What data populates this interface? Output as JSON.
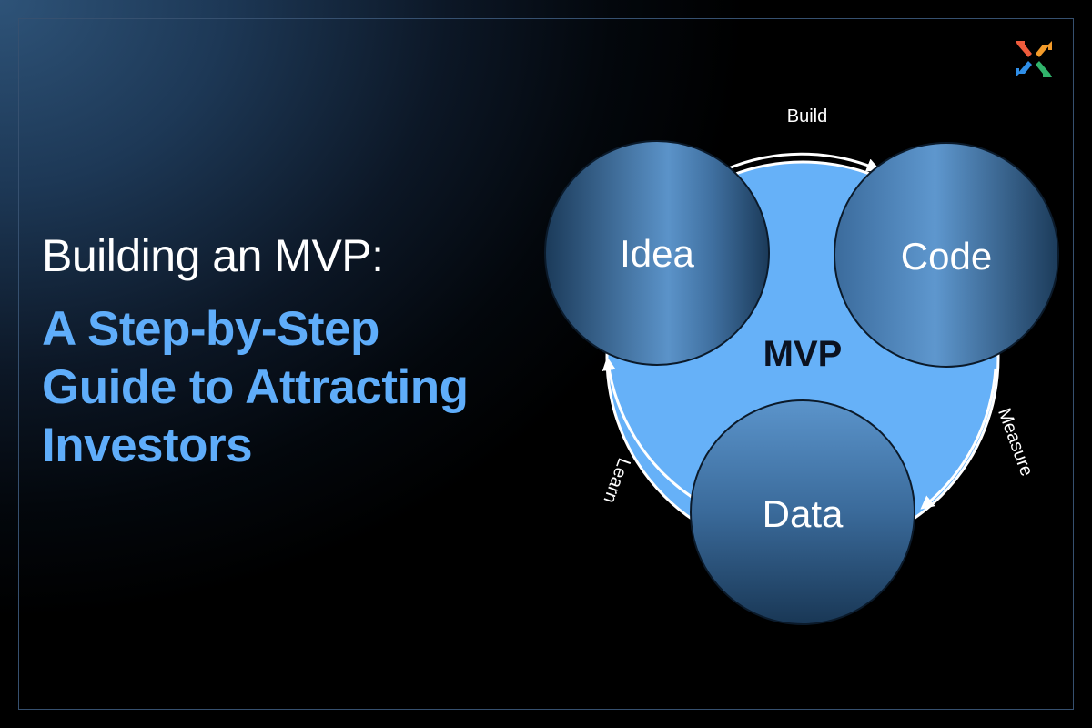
{
  "headline": "Building an MVP:",
  "subheadline_lines": [
    "A Step-by-Step",
    "Guide to Attracting",
    "Investors"
  ],
  "diagram": {
    "center_label": "MVP",
    "nodes": {
      "idea": "Idea",
      "code": "Code",
      "data": "Data"
    },
    "edges": {
      "build": "Build",
      "measure": "Measure",
      "learn": "Learn"
    }
  },
  "colors": {
    "accent_blue": "#5fadfa",
    "cycle_fill": "#66b1f8",
    "node_dark": "#1a3958",
    "node_light": "#5a92c9"
  },
  "logo_icon": "x-arrows-logo-icon"
}
